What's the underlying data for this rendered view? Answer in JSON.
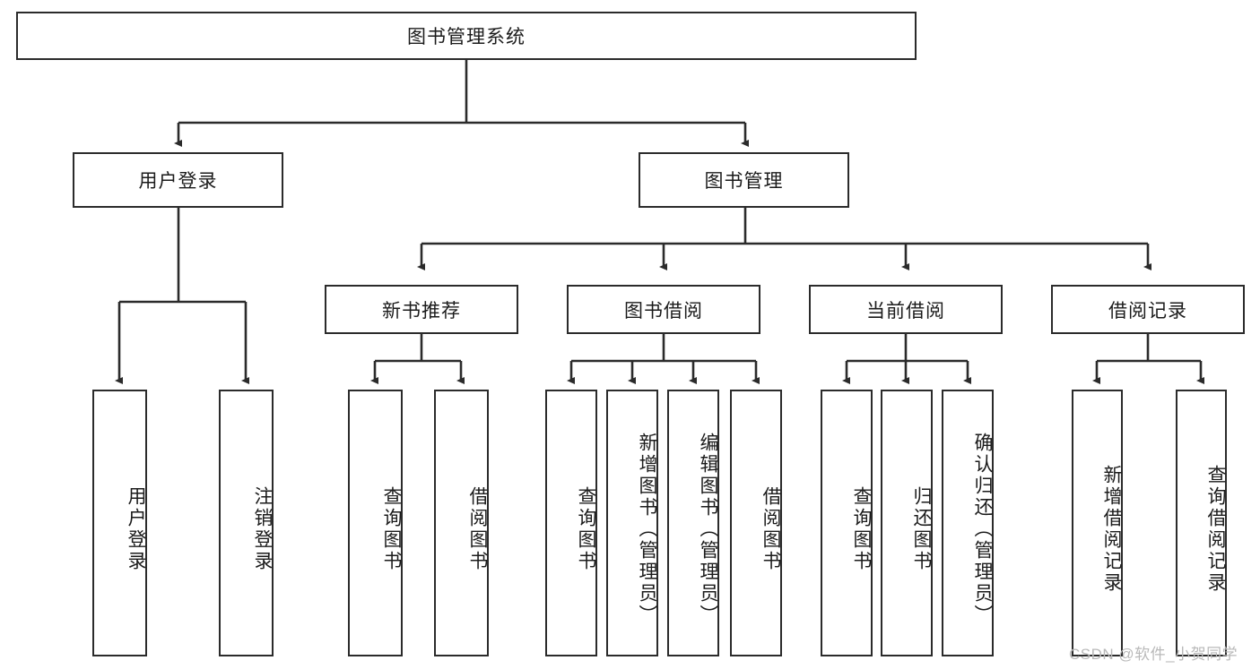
{
  "diagram": {
    "type": "tree",
    "title": "图书管理系统",
    "root": {
      "label": "图书管理系统"
    },
    "level2": [
      {
        "label": "用户登录"
      },
      {
        "label": "图书管理"
      }
    ],
    "level3": [
      {
        "label": "新书推荐"
      },
      {
        "label": "图书借阅"
      },
      {
        "label": "当前借阅"
      },
      {
        "label": "借阅记录"
      }
    ],
    "leaves": {
      "user_login": [
        {
          "label": "用户登录"
        },
        {
          "label": "注销登录"
        }
      ],
      "new_book_recommend": [
        {
          "label": "查询图书"
        },
        {
          "label": "借阅图书"
        }
      ],
      "book_borrow": [
        {
          "label": "查询图书"
        },
        {
          "label": "新增图书（管理员）"
        },
        {
          "label": "编辑图书（管理员）"
        },
        {
          "label": "借阅图书"
        }
      ],
      "current_borrow": [
        {
          "label": "查询图书"
        },
        {
          "label": "归还图书"
        },
        {
          "label": "确认归还（管理员）"
        }
      ],
      "borrow_record": [
        {
          "label": "新增借阅记录"
        },
        {
          "label": "查询借阅记录"
        }
      ]
    },
    "colors": {
      "box_border": "#2b2b2b",
      "box_fill": "#ffffff",
      "connector": "#2b2b2b",
      "text": "#1b1b1b",
      "watermark": "#b9b9b9",
      "background": "#ffffff"
    }
  },
  "watermark": {
    "text": "CSDN @软件_小贺同学"
  }
}
